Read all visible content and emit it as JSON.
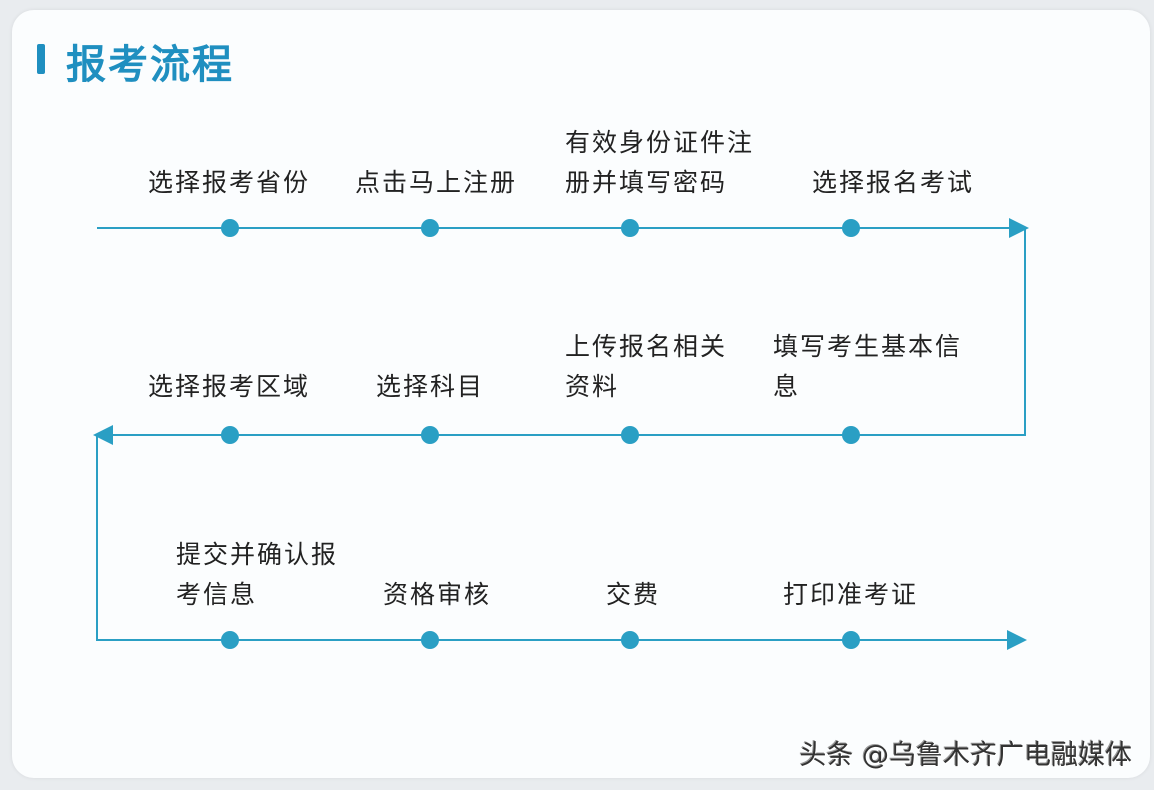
{
  "title": "报考流程",
  "accent_color": "#2a9fc4",
  "steps": [
    {
      "label": "选择报考省份"
    },
    {
      "label": "点击马上注册"
    },
    {
      "label": "有效身份证件注册并填写密码"
    },
    {
      "label": "选择报名考试"
    },
    {
      "label": "填写考生基本信息"
    },
    {
      "label": "上传报名相关资料"
    },
    {
      "label": "选择科目"
    },
    {
      "label": "选择报考区域"
    },
    {
      "label": "提交并确认报考信息"
    },
    {
      "label": "资格审核"
    },
    {
      "label": "交费"
    },
    {
      "label": "打印准考证"
    }
  ],
  "watermark": "头条 @乌鲁木齐广电融媒体"
}
